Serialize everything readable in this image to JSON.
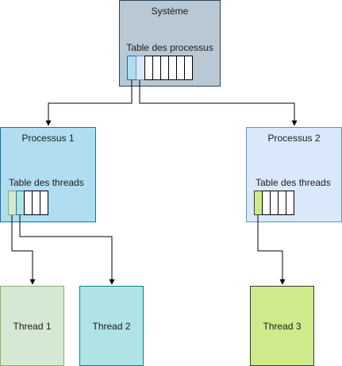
{
  "systeme": {
    "title": "Système",
    "table_label": "Table des processus"
  },
  "processus1": {
    "title": "Processus 1",
    "table_label": "Table des threads"
  },
  "processus2": {
    "title": "Processus 2",
    "table_label": "Table des threads"
  },
  "thread1": {
    "label": "Thread 1"
  },
  "thread2": {
    "label": "Thread 2"
  },
  "thread3": {
    "label": "Thread 3"
  }
}
